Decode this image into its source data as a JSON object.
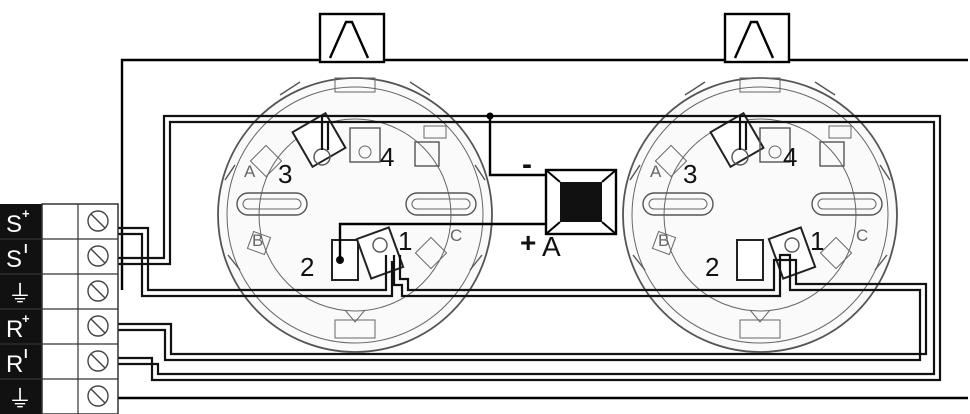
{
  "terminal_block": {
    "rows": [
      {
        "label": "S",
        "superscript": "+"
      },
      {
        "label": "S",
        "superscript": "I"
      },
      {
        "label": "⏚",
        "superscript": ""
      },
      {
        "label": "R",
        "superscript": "+"
      },
      {
        "label": "R",
        "superscript": "I"
      },
      {
        "label": "⏚",
        "superscript": ""
      }
    ]
  },
  "detector_bases": [
    {
      "terminals": {
        "t1": "1",
        "t2": "2",
        "t3": "3",
        "t4": "4"
      },
      "corners": {
        "a": "A",
        "b": "B",
        "c": "C"
      }
    },
    {
      "terminals": {
        "t1": "1",
        "t2": "2",
        "t3": "3",
        "t4": "4"
      },
      "corners": {
        "a": "A",
        "b": "B",
        "c": "C"
      }
    }
  ],
  "remote_indicator": {
    "label": "A",
    "plus_label": "+",
    "minus_label": "-"
  },
  "pulse_symbols": 2,
  "colors": {
    "wire": "#000000",
    "terminal_block": "#111111",
    "background": "#ffffff"
  }
}
